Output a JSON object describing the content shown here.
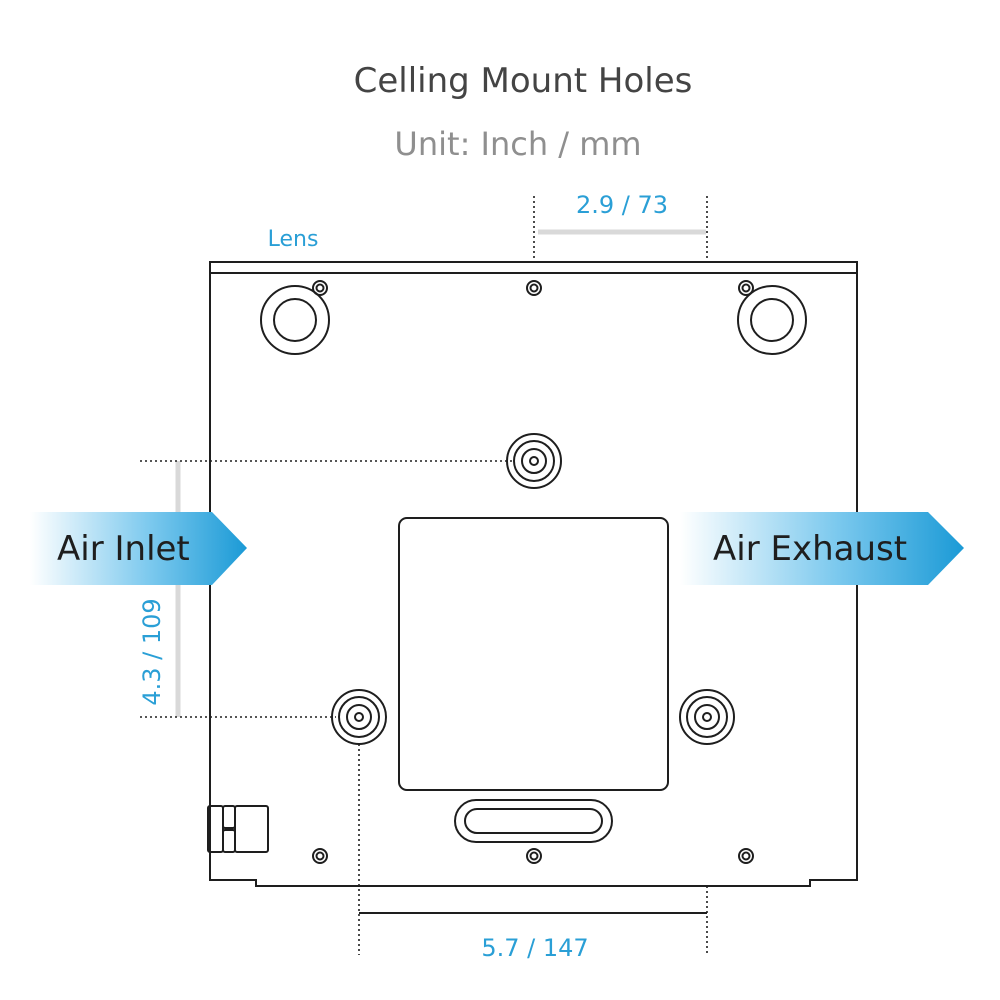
{
  "title": "Celling Mount Holes",
  "subtitle": "Unit: Inch / mm",
  "lens_label": "Lens",
  "air_inlet_label": "Air Inlet",
  "air_exhaust_label": "Air Exhaust",
  "dimensions": {
    "top": "2.9 / 73",
    "side": "4.3 / 109",
    "bottom": "5.7 / 147"
  },
  "colors": {
    "accent": "#2a9fd6",
    "outline": "#1e1e1e",
    "title": "#444444",
    "subtitle": "#8f8f8f",
    "dimension_bar": "#d9d9d9"
  }
}
